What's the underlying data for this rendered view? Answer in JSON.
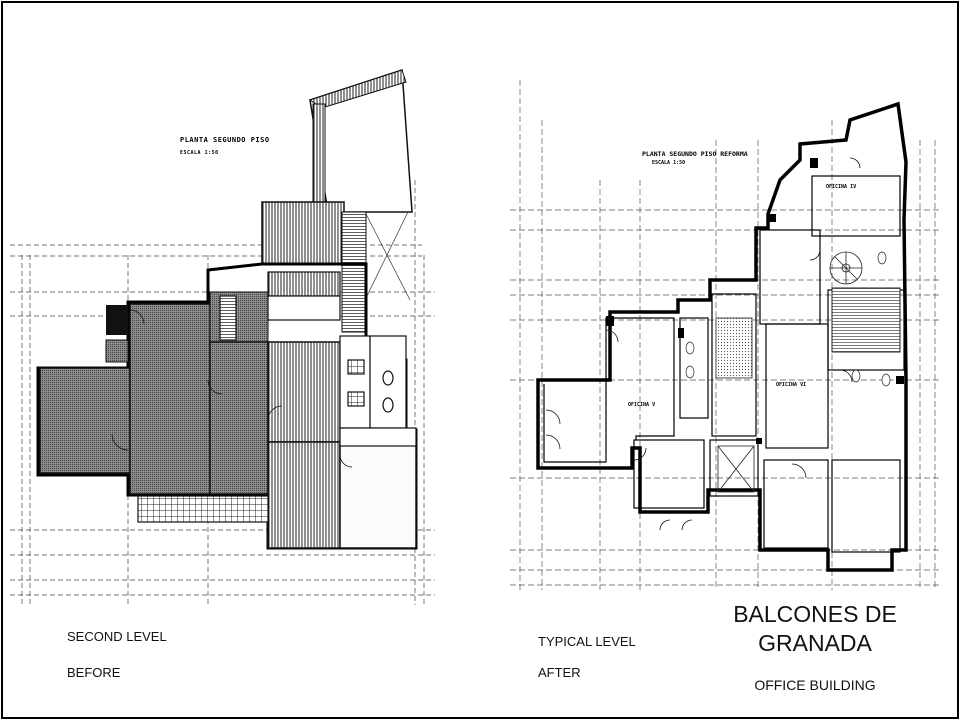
{
  "plans": {
    "before": {
      "title": "PLANTA   SEGUNDO PISO",
      "scale": "ESCALA    1:50"
    },
    "after": {
      "title": "PLANTA  SEGUNDO  PISO  REFORMA",
      "scale": "ESCALA   1:50",
      "rooms": {
        "oficina_iv": "OFICINA  IV",
        "oficina_v": "OFICINA  V",
        "oficina_vi": "OFICINA VI"
      }
    }
  },
  "captions": {
    "left_level": "SECOND LEVEL",
    "left_state": "BEFORE",
    "right_level": "TYPICAL LEVEL",
    "right_state": "AFTER"
  },
  "project": {
    "name_line1": "BALCONES DE",
    "name_line2": "GRANADA",
    "type": "OFFICE BUILDING"
  }
}
